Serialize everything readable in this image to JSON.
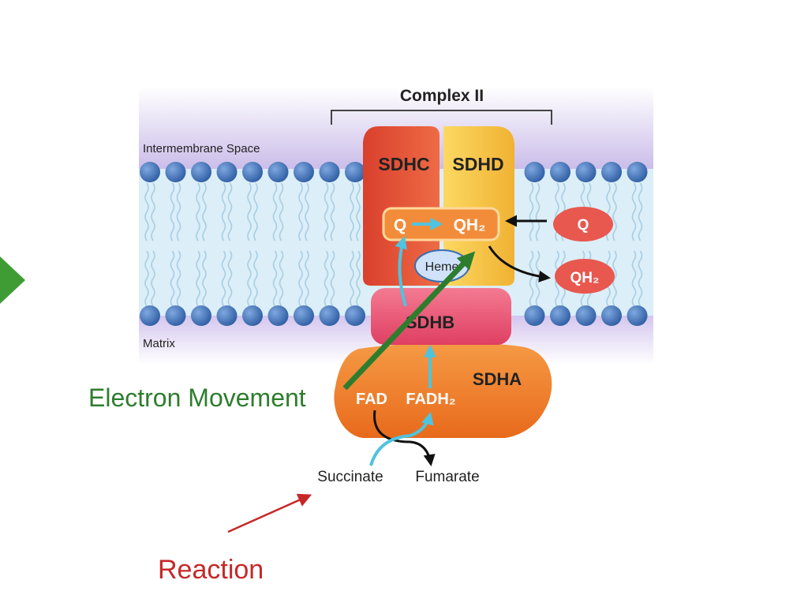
{
  "diagram": {
    "title": "Complex II",
    "regions": {
      "intermembrane": "Intermembrane Space",
      "matrix": "Matrix"
    },
    "subunits": {
      "sdhc": "SDHC",
      "sdhd": "SDHD",
      "sdhb": "SDHB",
      "sdha": "SDHA"
    },
    "quinone": {
      "q": "Q",
      "qh2": "QH₂"
    },
    "heme": "Heme",
    "pool": {
      "q": "Q",
      "qh2": "QH₂"
    },
    "cofactor": {
      "fad": "FAD",
      "fadh2": "FADH₂"
    },
    "substrates": {
      "succinate": "Succinate",
      "fumarate": "Fumarate"
    }
  },
  "annotations": {
    "electron_movement": "Electron Movement",
    "reaction": "Reaction"
  },
  "colors": {
    "membrane_bg": "#d8ecf6",
    "lipid_head": "#3d6fb4",
    "intermembrane_tint": "#c9bce6",
    "sdhc": "#e1533a",
    "sdhd": "#f5c242",
    "sdhb": "#e8506f",
    "sdha": "#ef7d2a",
    "electron_arrow": "#2e7d2e",
    "reaction_arrow": "#c62828",
    "cyan_arrow": "#4fc3df"
  }
}
